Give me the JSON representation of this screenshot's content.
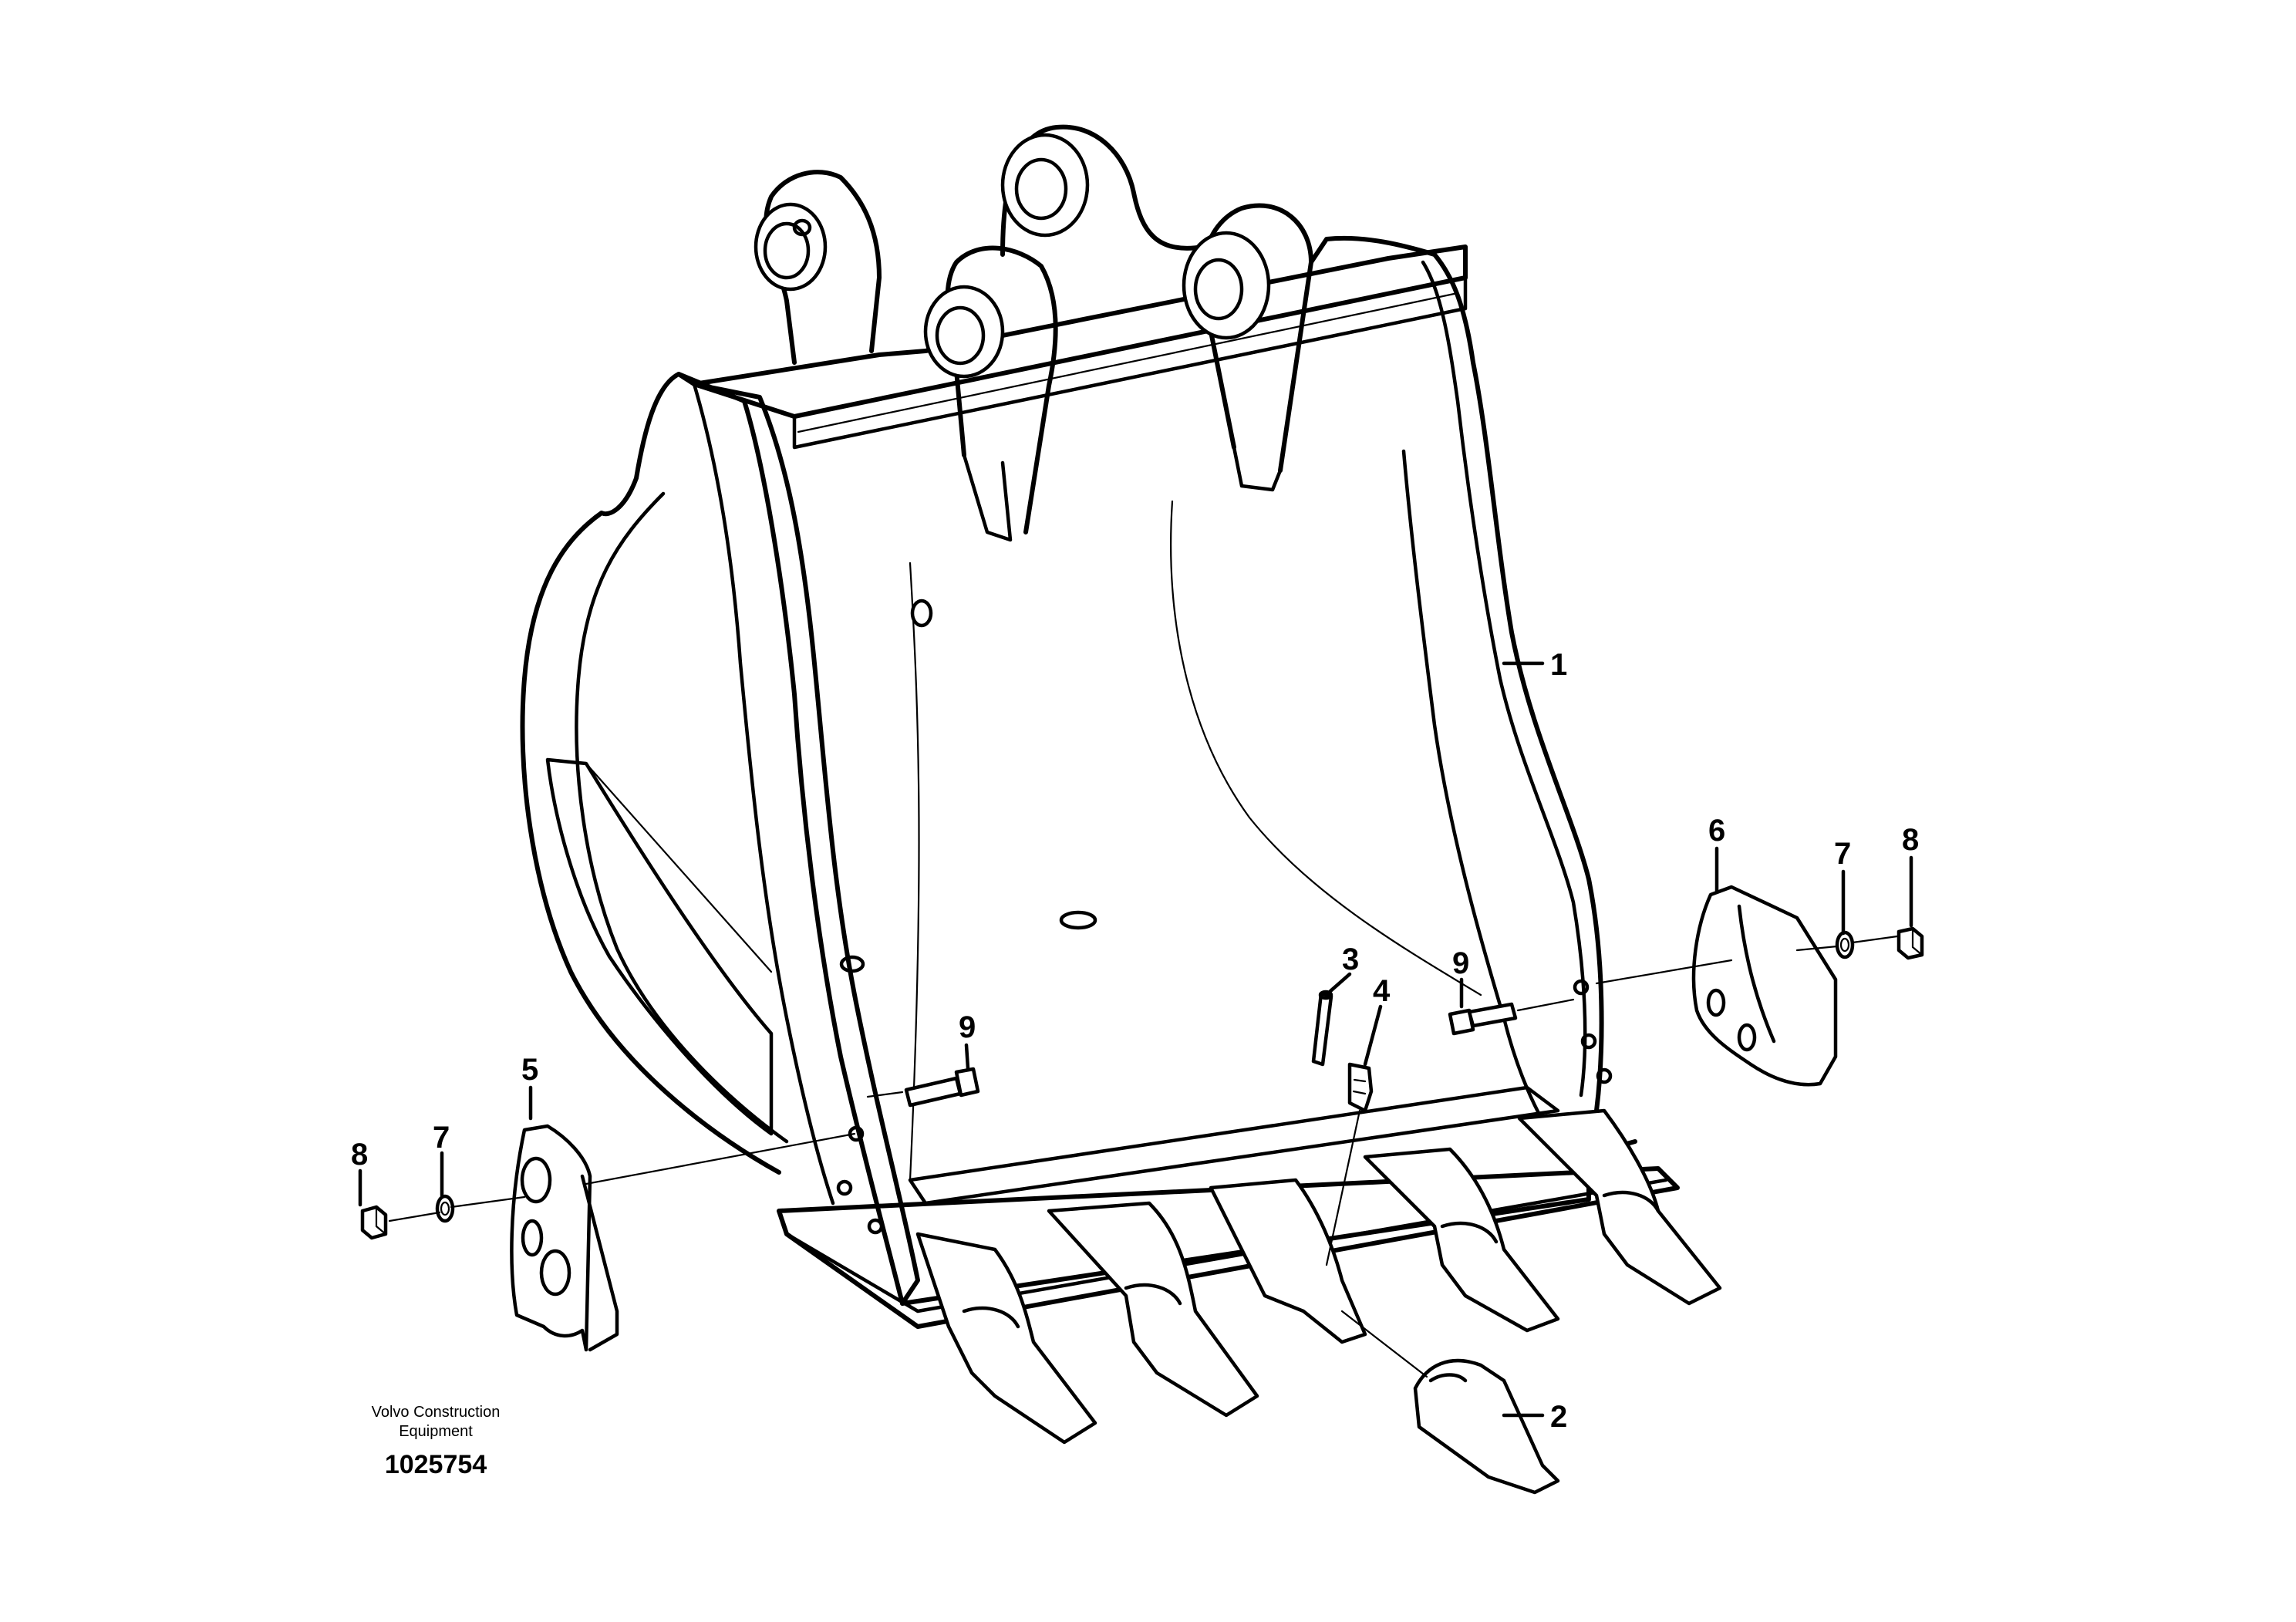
{
  "brand": {
    "line1": "Volvo Construction",
    "line2": "Equipment"
  },
  "drawing_number": "1025754",
  "callouts": {
    "bucket": "1",
    "tooth": "2",
    "pin": "3",
    "retainer": "4",
    "side_cutter_left": "5",
    "side_cutter_right": "6",
    "washer_left": "7",
    "washer_right": "7",
    "nut_left": "8",
    "nut_right": "8",
    "bolt_left": "9",
    "bolt_right": "9"
  }
}
